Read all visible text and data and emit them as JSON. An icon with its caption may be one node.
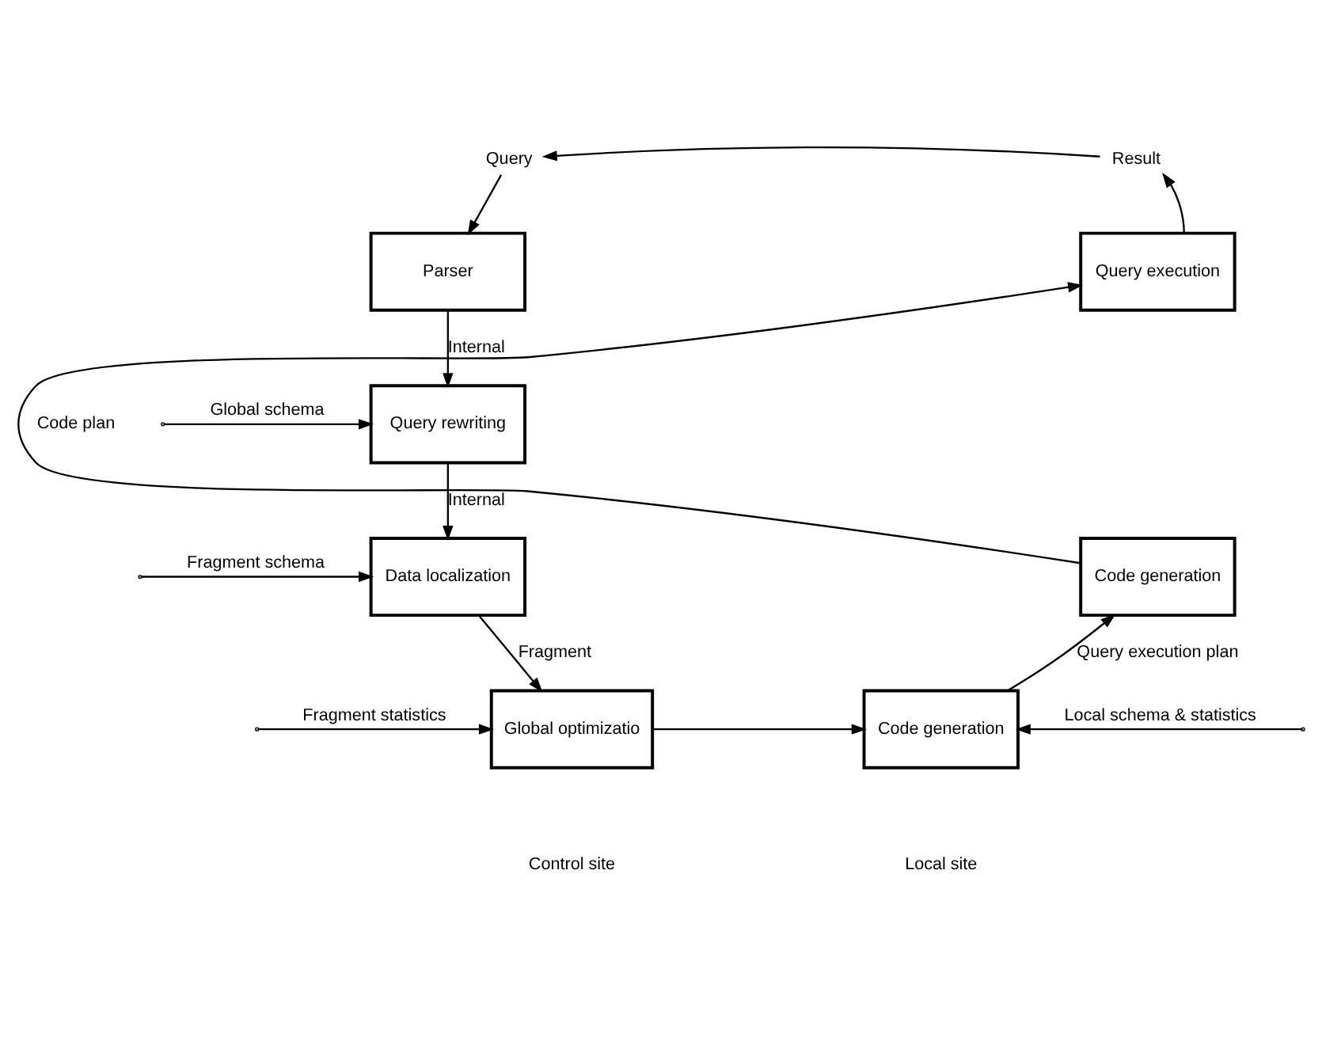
{
  "diagram": {
    "nodes": [
      {
        "text": [
          "Query"
        ]
      },
      {
        "text": [
          "Parser"
        ]
      },
      {
        "text": [
          "Query rewriting"
        ]
      },
      {
        "text": [
          "Data localization"
        ]
      },
      {
        "text": [
          "Global optimizatio"
        ]
      },
      {
        "text": [
          "Code generation"
        ]
      },
      {
        "text": [
          "Code generation"
        ]
      },
      {
        "text": [
          "Query execution"
        ]
      },
      {
        "text": [
          "Result"
        ]
      }
    ],
    "edges": [
      {
        "from": 0,
        "to": 1,
        "arrow": "to"
      },
      {
        "from": 1,
        "to": 2,
        "arrow": "to",
        "label": "Internal"
      },
      {
        "from": null,
        "to": 2,
        "arrow": "to",
        "label": "Global schema"
      },
      {
        "from": 2,
        "to": 3,
        "arrow": "to",
        "label": "Internal"
      },
      {
        "from": null,
        "to": 3,
        "arrow": "to",
        "label": "Fragment schema"
      },
      {
        "from": 3,
        "to": 4,
        "arrow": "to",
        "label": "Fragment"
      },
      {
        "from": null,
        "to": 4,
        "arrow": "to",
        "label": "Fragment statistics"
      },
      {
        "from": 4,
        "to": 5,
        "arrow": "to"
      },
      {
        "from": null,
        "to": 5,
        "arrow": "to",
        "label": "Local schema & statistics"
      },
      {
        "from": 5,
        "to": 6,
        "arrow": "to",
        "label": "Query execution plan"
      },
      {
        "from": 6,
        "to": 7,
        "arrow": "to",
        "label": "Code plan"
      },
      {
        "from": 7,
        "to": 8,
        "arrow": "to"
      },
      {
        "from": 8,
        "to": 0,
        "arrow": "to"
      }
    ],
    "labels": [
      "Control site",
      "Local site"
    ]
  }
}
